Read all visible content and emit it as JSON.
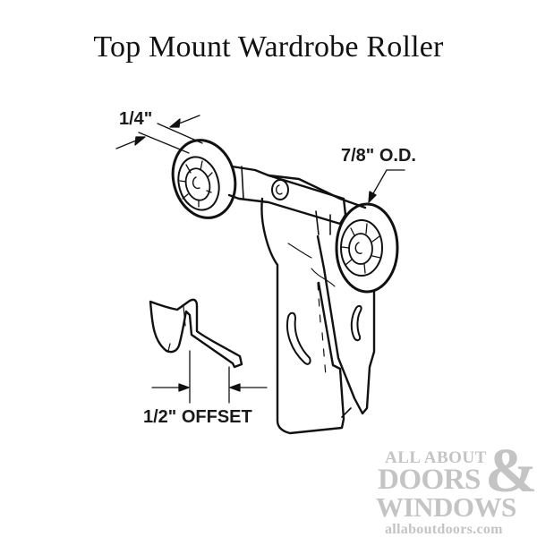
{
  "title": "Top Mount Wardrobe Roller",
  "callouts": {
    "width": "1/4\"",
    "outer_diameter": "7/8\" O.D.",
    "offset": "1/2\" OFFSET"
  },
  "watermark": {
    "line1": "ALL ABOUT",
    "line2": "DOORS",
    "ampersand": "&",
    "line3": "WINDOWS",
    "url": "allaboutdoors.com",
    "color": "#c4c4c4"
  },
  "colors": {
    "stroke": "#111111",
    "background": "#ffffff"
  }
}
